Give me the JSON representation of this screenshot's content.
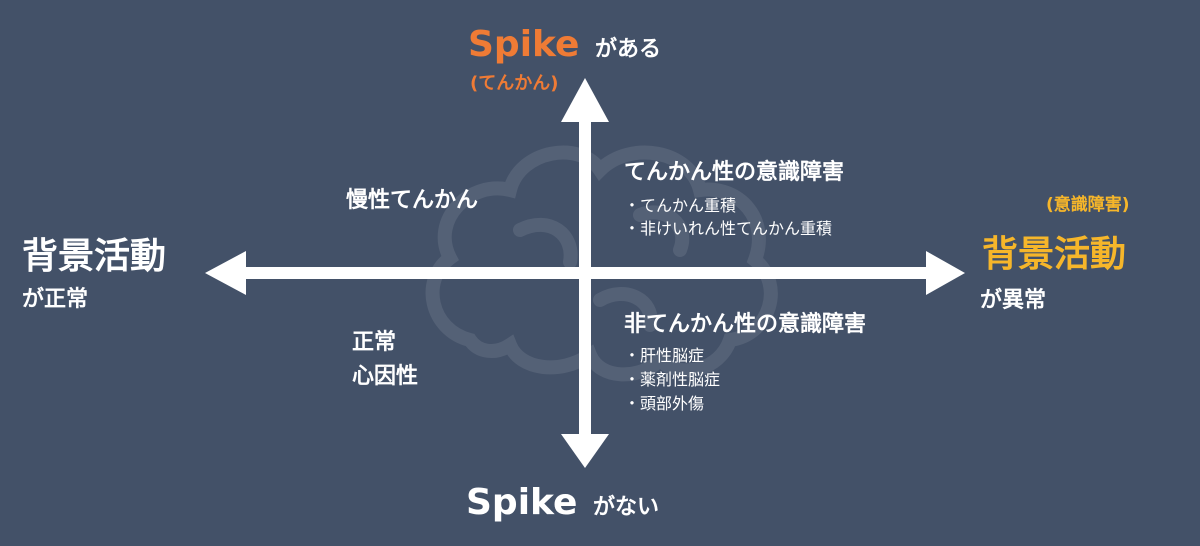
{
  "top": {
    "word": "Spike",
    "suffix": "がある",
    "sub": "(てんかん)"
  },
  "bottom": {
    "word": "Spike",
    "suffix": "がない"
  },
  "left": {
    "title": "背景活動",
    "suffix": "が正常"
  },
  "right": {
    "note": "(意識障害)",
    "title": "背景活動",
    "suffix": "が異常"
  },
  "quadrants": {
    "top_left": {
      "label": "慢性てんかん"
    },
    "bottom_left": {
      "line1": "正常",
      "line2": "心因性"
    },
    "top_right": {
      "heading": "てんかん性の意識障害",
      "items": [
        "てんかん重積",
        "非けいれん性てんかん重積"
      ]
    },
    "bottom_right": {
      "heading": "非てんかん性の意識障害",
      "items": [
        "肝性脳症",
        "薬剤性脳症",
        "頭部外傷"
      ]
    }
  },
  "colors": {
    "background": "#435168",
    "axis": "#ffffff",
    "spike_accent": "#ef7b35",
    "abnormal_accent": "#f6b62a"
  },
  "icons": {
    "watermark": "brain-icon"
  }
}
